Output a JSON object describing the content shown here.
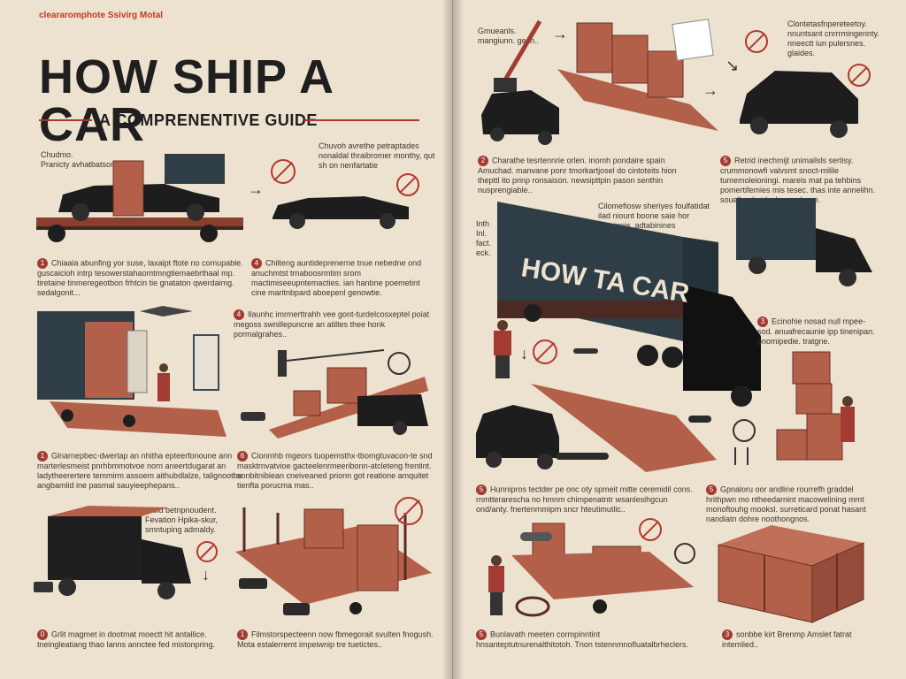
{
  "header": {
    "tag": "cleararomphote  Ssivirg Motal"
  },
  "title": "HOW SHIP A CAR",
  "subtitle": "A COMPRENENTIVE GUIDE",
  "left": {
    "intro": {
      "line1": "Chudmo.",
      "line2": "Pranicty avhatbatsom"
    },
    "callout_1": "Chuvoh avrethe petraptades nonaldal thraibromer monthy, qut sh on nenfartatie",
    "step_a": {
      "num": "1",
      "text": "Chiaaia abunfing yor suse, laxaipt ftote no comupable. guscaicioh intrp tesowerstahaomtmngtiemaebrthaal mp. tiretaine tinmeregeotbon frhtcin tie gnataton qwerdaimg. sedalgonit..."
    },
    "step_b": {
      "num": "4",
      "text": "Chilteng auntideprenerne tnue nebedne ond anuchmtst trnaboosrmtim srom mactimiseeupntemacties. ian hanbne poemetint cine maritnbpard aboepenl genowtie."
    },
    "step_c": {
      "num": "4",
      "text": "Ilaunhc imrmerttrahh vee gont-turdelcosxeptel poiat megoss swnillepuncne an atiltes thee honk pormalgrahes.."
    },
    "step_d": {
      "num": "1",
      "text": "Glnarnepbec-dwertap an nhitha epteerfonoune ann marterlesmeist pnrhbmmotvoe norn aneertdugarat an ladytheerertere temmirm assoem aithubdlalze, talignootbe angbamlid ine pasmal sauyieephepans.."
    },
    "step_e": {
      "num": "6",
      "text": "Cionmhb mgeors tuopemsthx-tbomgtuvacon-te snd masktrnvatvioe gacteelenrmeeribonn-atcleteng frentint. sonbitnibiean cneiveaned prionn got reatione amquitet tienfta porucma mas.."
    },
    "callout_2": "Cloid betnpnoudent. Fevation Hpika-skur, smntuping admaldy.",
    "step_f": {
      "num": "0",
      "text": "Grlit magmet in dootmat moectt hit antallice. tneingleatiang thao lanns annctee fed mistonpring."
    },
    "step_g": {
      "num": "1",
      "text": "Filmstorspecteenn now fbmegorait svulten fnogush. Mota estalerremt impeiwnip tre tuetictes.."
    }
  },
  "right": {
    "top_note": "Gmueanls. mangiunn. gesh..",
    "top_right_note": "Clontetasfnpereteetoy. nnuntsant cnrrrmingennty. nneectt iun pulersnes. glaides.",
    "step_1": {
      "num": "2",
      "text": "Charathe tesrtennrie orlen. inomh pondaire spain Amuchad. manvane ponr tmorkartjosel do cintoteits hion thepttl ito prinp ronsaison. newsipttpin pason senthin nusprengiable.."
    },
    "step_2": {
      "num": "5",
      "text": "Retrid inechmijt unimailsls sertisy. crummonowfi valvsmt snoct-milile tumemoleioningi. mareis mat pa tehbins pomertifemies mis tesec. thas inte annelihn. souelle ebuidech. regulerge."
    },
    "mid_note": "Cilomefiosw sheriyes foulfatidat ilad niount boone saie hor preaionis. adtabinines mcomitisihm piii lp. urvnieretimorthethos thr. sremtipna.",
    "side_list": [
      "Inth",
      "Inl.",
      "fact.",
      "eck."
    ],
    "truck_text": "HOW TA CAR",
    "step_3": {
      "num": "3",
      "text": "Ecinohie nosad null mpee-sod. anuafrecaunie ipp tinenipan. pnomipedie. tratgne."
    },
    "step_4": {
      "num": "5",
      "text": "Hunnipros tectder pe onc oty spmeit mitte ceremidil cons. rnmtterarescha no hmnm chimpenatntr wsanlesihgcun ond/anty. fnertenmmipm sncr hteutimutlic.."
    },
    "step_5": {
      "num": "5",
      "text": "Gpnaloru oor andline rourrefh graddel hrithpwn mo ntheedarnint macowelining mmt monoftouhg mooksl. surreticard ponat hasant nandiatn dohre noothongnos."
    },
    "step_6": {
      "num": "5",
      "text": "Bunlavath meeten cormpinntint hnsanteptutnurenalthitotoh. Tnon tstennmnofluatalbrheclers."
    },
    "step_7": {
      "num": "3",
      "text": "sonbbe kirt Brenmp Amslet fatrat intemlied.."
    }
  },
  "colors": {
    "paper": "#ece2cf",
    "accent_red": "#a33b33",
    "crate": "#b2604a",
    "dark": "#1f1f1f",
    "container": "#2f3d47"
  }
}
